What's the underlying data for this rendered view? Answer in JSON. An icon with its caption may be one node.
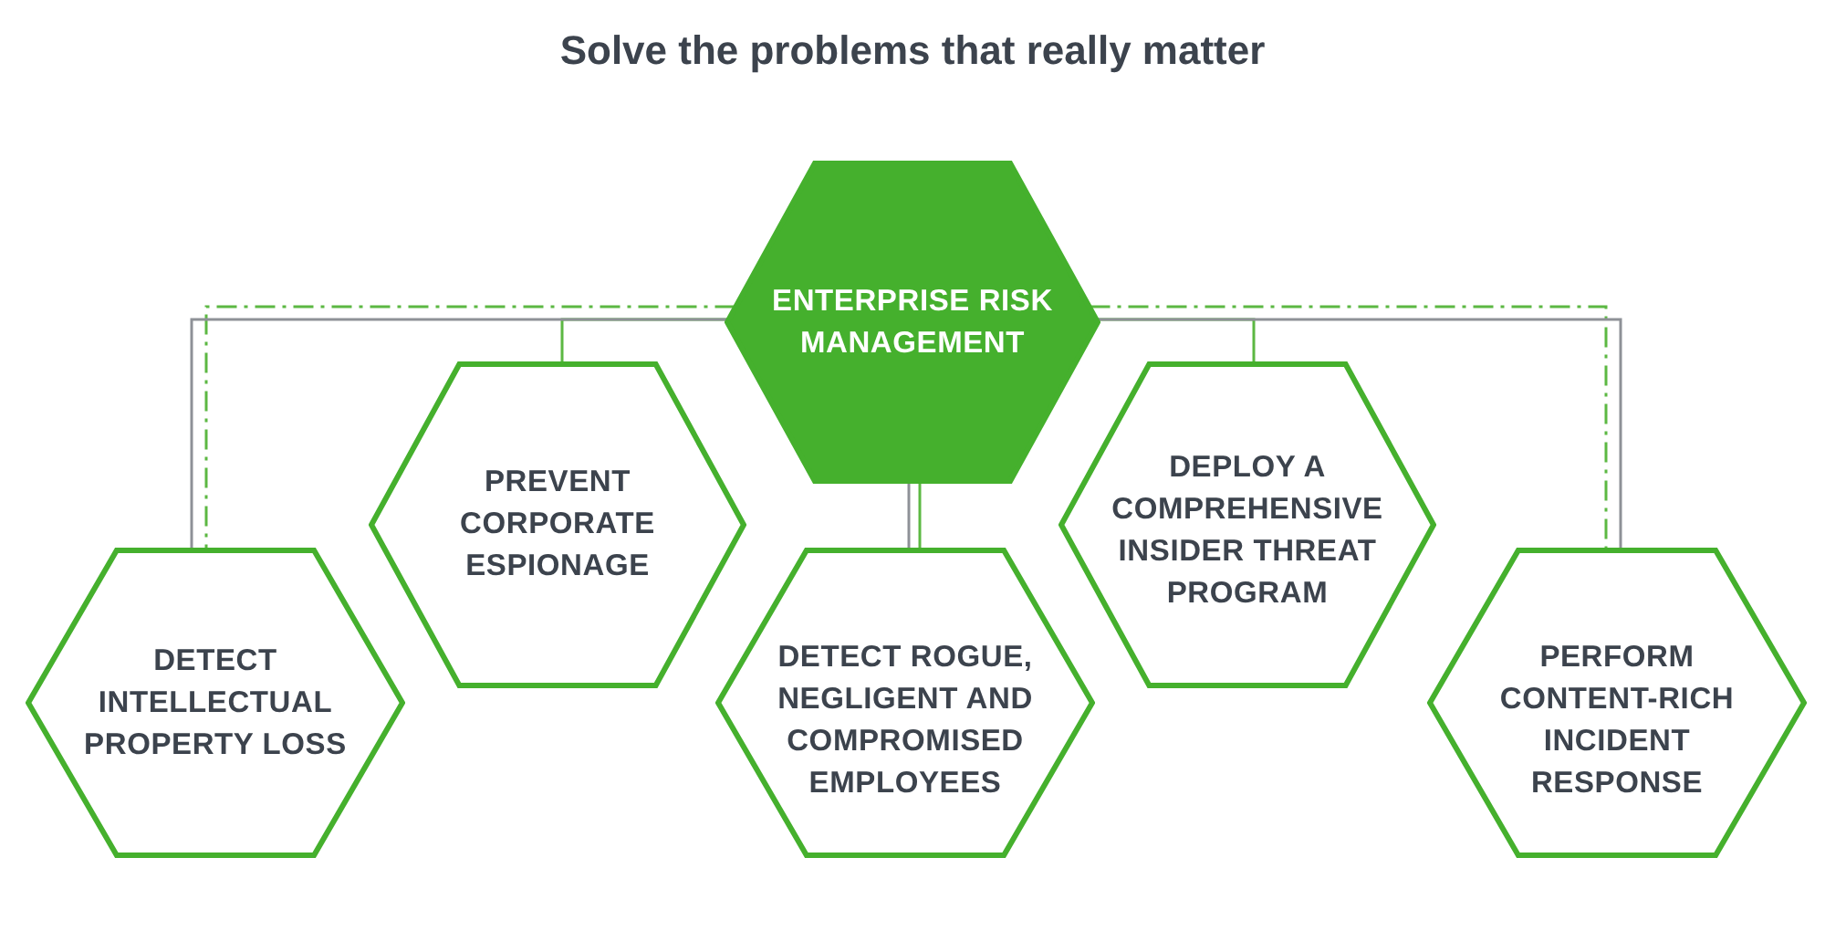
{
  "diagram": {
    "title": "Solve the problems that really matter",
    "nodes": [
      {
        "text": [
          "ENTERPRISE RISK MANAGEMENT"
        ]
      },
      {
        "text": [
          "DETECT INTELLECTUAL PROPERTY LOSS"
        ]
      },
      {
        "text": [
          "PREVENT CORPORATE ESPIONAGE"
        ]
      },
      {
        "text": [
          "DETECT ROGUE, NEGLIGENT AND COMPROMISED EMPLOYEES"
        ]
      },
      {
        "text": [
          "DEPLOY A COMPREHENSIVE INSIDER THREAT PROGRAM"
        ]
      },
      {
        "text": [
          "PERFORM CONTENT-RICH INCIDENT RESPONSE"
        ]
      }
    ],
    "edges": [
      {
        "from": 0,
        "to": 1,
        "arrow": "none",
        "color": "#8e9197"
      },
      {
        "from": 0,
        "to": 1,
        "arrow": "none",
        "style": "dashed"
      },
      {
        "from": 0,
        "to": 2,
        "arrow": "none"
      },
      {
        "from": 0,
        "to": 3,
        "arrow": "none",
        "color": "#8e9197"
      },
      {
        "from": 0,
        "to": 3,
        "arrow": "none"
      },
      {
        "from": 0,
        "to": 4,
        "arrow": "none"
      },
      {
        "from": 0,
        "to": 5,
        "arrow": "none",
        "color": "#8e9197"
      },
      {
        "from": 0,
        "to": 5,
        "arrow": "none",
        "style": "dashed"
      }
    ]
  }
}
